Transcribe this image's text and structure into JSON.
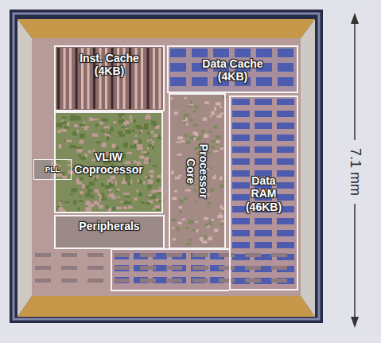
{
  "diagram": {
    "nodes": [
      {
        "text": [
          "Inst. Cache (4KB)"
        ]
      },
      {
        "text": [
          "Data Cache (4KB)"
        ]
      },
      {
        "text": [
          "VLIW Coprocessor"
        ]
      },
      {
        "text": [
          "PLL"
        ]
      },
      {
        "text": [
          "Processor Core"
        ]
      },
      {
        "text": [
          "Data RAM (46KB)"
        ]
      },
      {
        "text": [
          "Peripherals"
        ]
      }
    ],
    "labels": [
      "7.1 mm"
    ]
  }
}
